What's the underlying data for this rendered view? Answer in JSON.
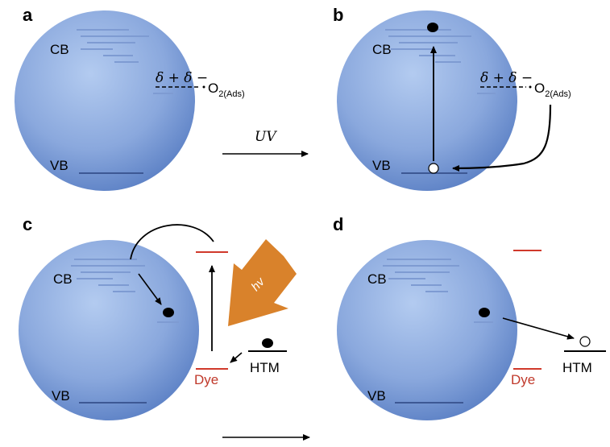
{
  "panels": {
    "a": {
      "letter": "a",
      "cb": "CB",
      "vb": "VB",
      "charge": "δ + δ −",
      "o2_main": "O",
      "o2_sub": "2(Ads)"
    },
    "b": {
      "letter": "b",
      "cb": "CB",
      "vb": "VB",
      "charge": "δ + δ −",
      "o2_main": "O",
      "o2_sub": "2(Ads)"
    },
    "c": {
      "letter": "c",
      "cb": "CB",
      "vb": "VB",
      "dye": "Dye",
      "htm": "HTM",
      "hv": "hv"
    },
    "d": {
      "letter": "d",
      "cb": "CB",
      "vb": "VB",
      "dye": "Dye",
      "htm": "HTM"
    }
  },
  "transition": {
    "uv_label": "UV"
  },
  "colors": {
    "sphere_light": "#a8c1ea",
    "sphere_dark": "#5a7fc4",
    "band_line": "#7e9bd2",
    "vb_line": "#3d5894",
    "dye_red": "#d0392b",
    "hv_arrow": "#d9822b"
  }
}
